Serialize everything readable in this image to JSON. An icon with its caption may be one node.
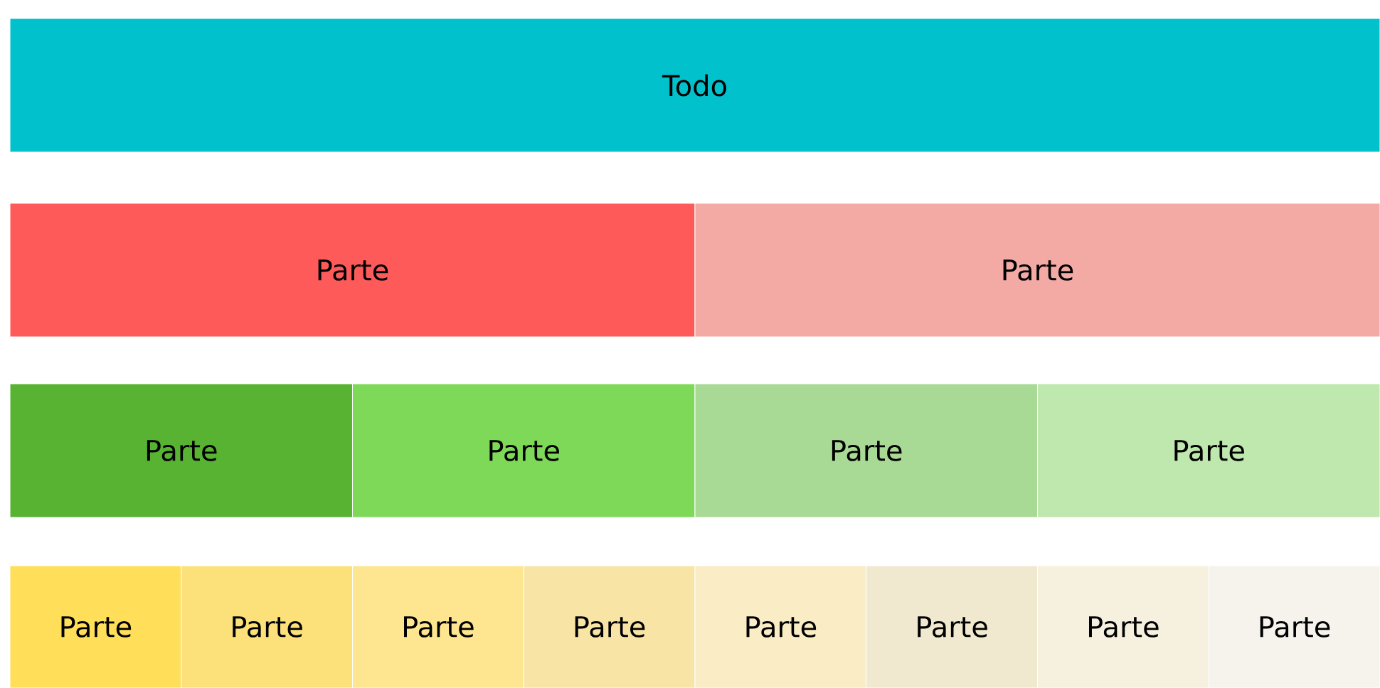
{
  "diagram": {
    "nodes": [
      {
        "text": [
          "Todo"
        ]
      },
      {
        "text": [
          "Parte"
        ]
      },
      {
        "text": [
          "Parte"
        ]
      },
      {
        "text": [
          "Parte"
        ]
      },
      {
        "text": [
          "Parte"
        ]
      },
      {
        "text": [
          "Parte"
        ]
      },
      {
        "text": [
          "Parte"
        ]
      },
      {
        "text": [
          "Parte"
        ]
      },
      {
        "text": [
          "Parte"
        ]
      },
      {
        "text": [
          "Parte"
        ]
      },
      {
        "text": [
          "Parte"
        ]
      },
      {
        "text": [
          "Parte"
        ]
      },
      {
        "text": [
          "Parte"
        ]
      },
      {
        "text": [
          "Parte"
        ]
      },
      {
        "text": [
          "Parte"
        ]
      }
    ]
  }
}
